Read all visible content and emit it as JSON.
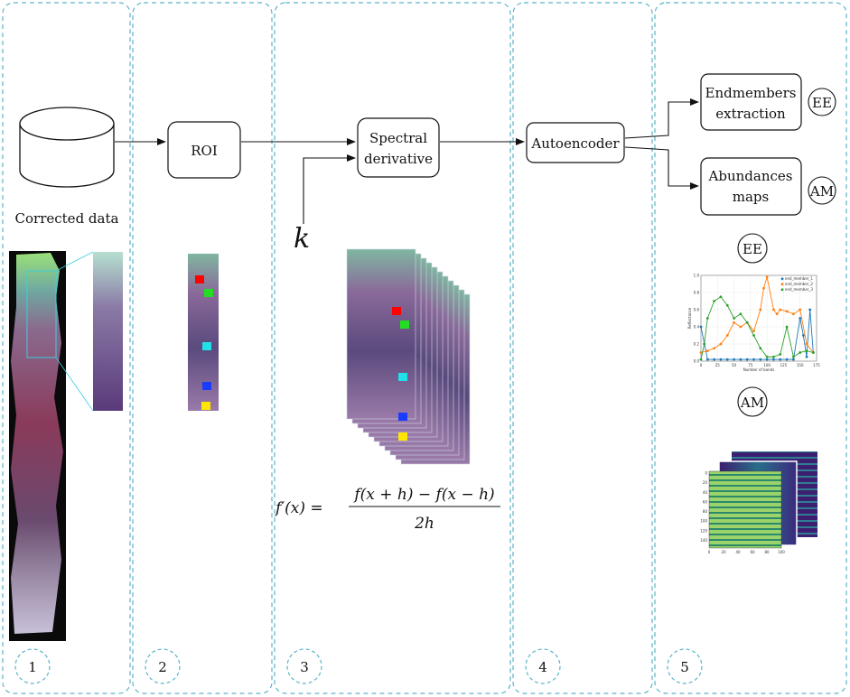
{
  "colors": {
    "panel_border": "#5ab4c8",
    "roi_marker_colors": [
      "#ff0000",
      "#22dd22",
      "#22e0e8",
      "#1a3cff",
      "#ffe600"
    ],
    "series_colors": [
      "#1f77b4",
      "#ff7f0e",
      "#2ca02c"
    ]
  },
  "panels": [
    {
      "number": "1"
    },
    {
      "number": "2"
    },
    {
      "number": "3"
    },
    {
      "number": "4"
    },
    {
      "number": "5"
    }
  ],
  "nodes": {
    "corrected_data": "Corrected  data",
    "roi": "ROI",
    "spectral_derivative_line1": "Spectral",
    "spectral_derivative_line2": "derivative",
    "k_input": "k",
    "autoencoder": "Autoencoder",
    "endmembers_line1": "Endmembers",
    "endmembers_line2": "extraction",
    "abundances_line1": "Abundances",
    "abundances_line2": "maps",
    "ee_badge": "EE",
    "am_badge": "AM",
    "ee_title": "EE",
    "am_title": "AM"
  },
  "formula": {
    "lhs": "f′(x) =",
    "numerator": "f(x + h) − f(x − h)",
    "denominator": "2h"
  },
  "chart_data": [
    {
      "type": "line",
      "xlabel": "Number of bands",
      "ylabel": "Reflectance",
      "xlim": [
        0,
        175
      ],
      "ylim": [
        0,
        1.0
      ],
      "xticks": [
        "0",
        "25",
        "50",
        "75",
        "100",
        "125",
        "150",
        "175"
      ],
      "yticks": [
        "0.0",
        "0.2",
        "0.4",
        "0.6",
        "0.8",
        "1.0"
      ],
      "grid": true,
      "legend": "top-right",
      "series": [
        {
          "name": "end_member_1",
          "x": [
            0,
            10,
            20,
            30,
            40,
            50,
            60,
            70,
            80,
            90,
            100,
            110,
            120,
            130,
            140,
            150,
            155,
            160,
            165,
            170
          ],
          "y": [
            0.4,
            0.02,
            0.02,
            0.02,
            0.02,
            0.02,
            0.02,
            0.02,
            0.02,
            0.02,
            0.02,
            0.02,
            0.02,
            0.02,
            0.02,
            0.5,
            0.3,
            0.05,
            0.6,
            0.1
          ]
        },
        {
          "name": "end_member_2",
          "x": [
            0,
            10,
            20,
            30,
            40,
            50,
            60,
            70,
            80,
            90,
            95,
            100,
            110,
            115,
            120,
            130,
            140,
            150,
            160,
            170
          ],
          "y": [
            0.1,
            0.12,
            0.15,
            0.2,
            0.3,
            0.45,
            0.4,
            0.45,
            0.35,
            0.6,
            0.85,
            0.98,
            0.6,
            0.55,
            0.6,
            0.58,
            0.55,
            0.6,
            0.2,
            0.1
          ]
        },
        {
          "name": "end_member_3",
          "x": [
            0,
            5,
            10,
            20,
            30,
            40,
            50,
            60,
            70,
            80,
            90,
            100,
            110,
            120,
            130,
            140,
            150,
            160,
            170
          ],
          "y": [
            0.02,
            0.2,
            0.5,
            0.7,
            0.75,
            0.65,
            0.5,
            0.55,
            0.45,
            0.3,
            0.15,
            0.05,
            0.05,
            0.08,
            0.4,
            0.05,
            0.1,
            0.12,
            0.1
          ]
        }
      ]
    },
    {
      "type": "heatmap",
      "xticks": [
        "0",
        "20",
        "40",
        "60",
        "80",
        "100"
      ],
      "yticks": [
        "0",
        "20",
        "40",
        "60",
        "80",
        "100",
        "120",
        "140"
      ]
    }
  ]
}
